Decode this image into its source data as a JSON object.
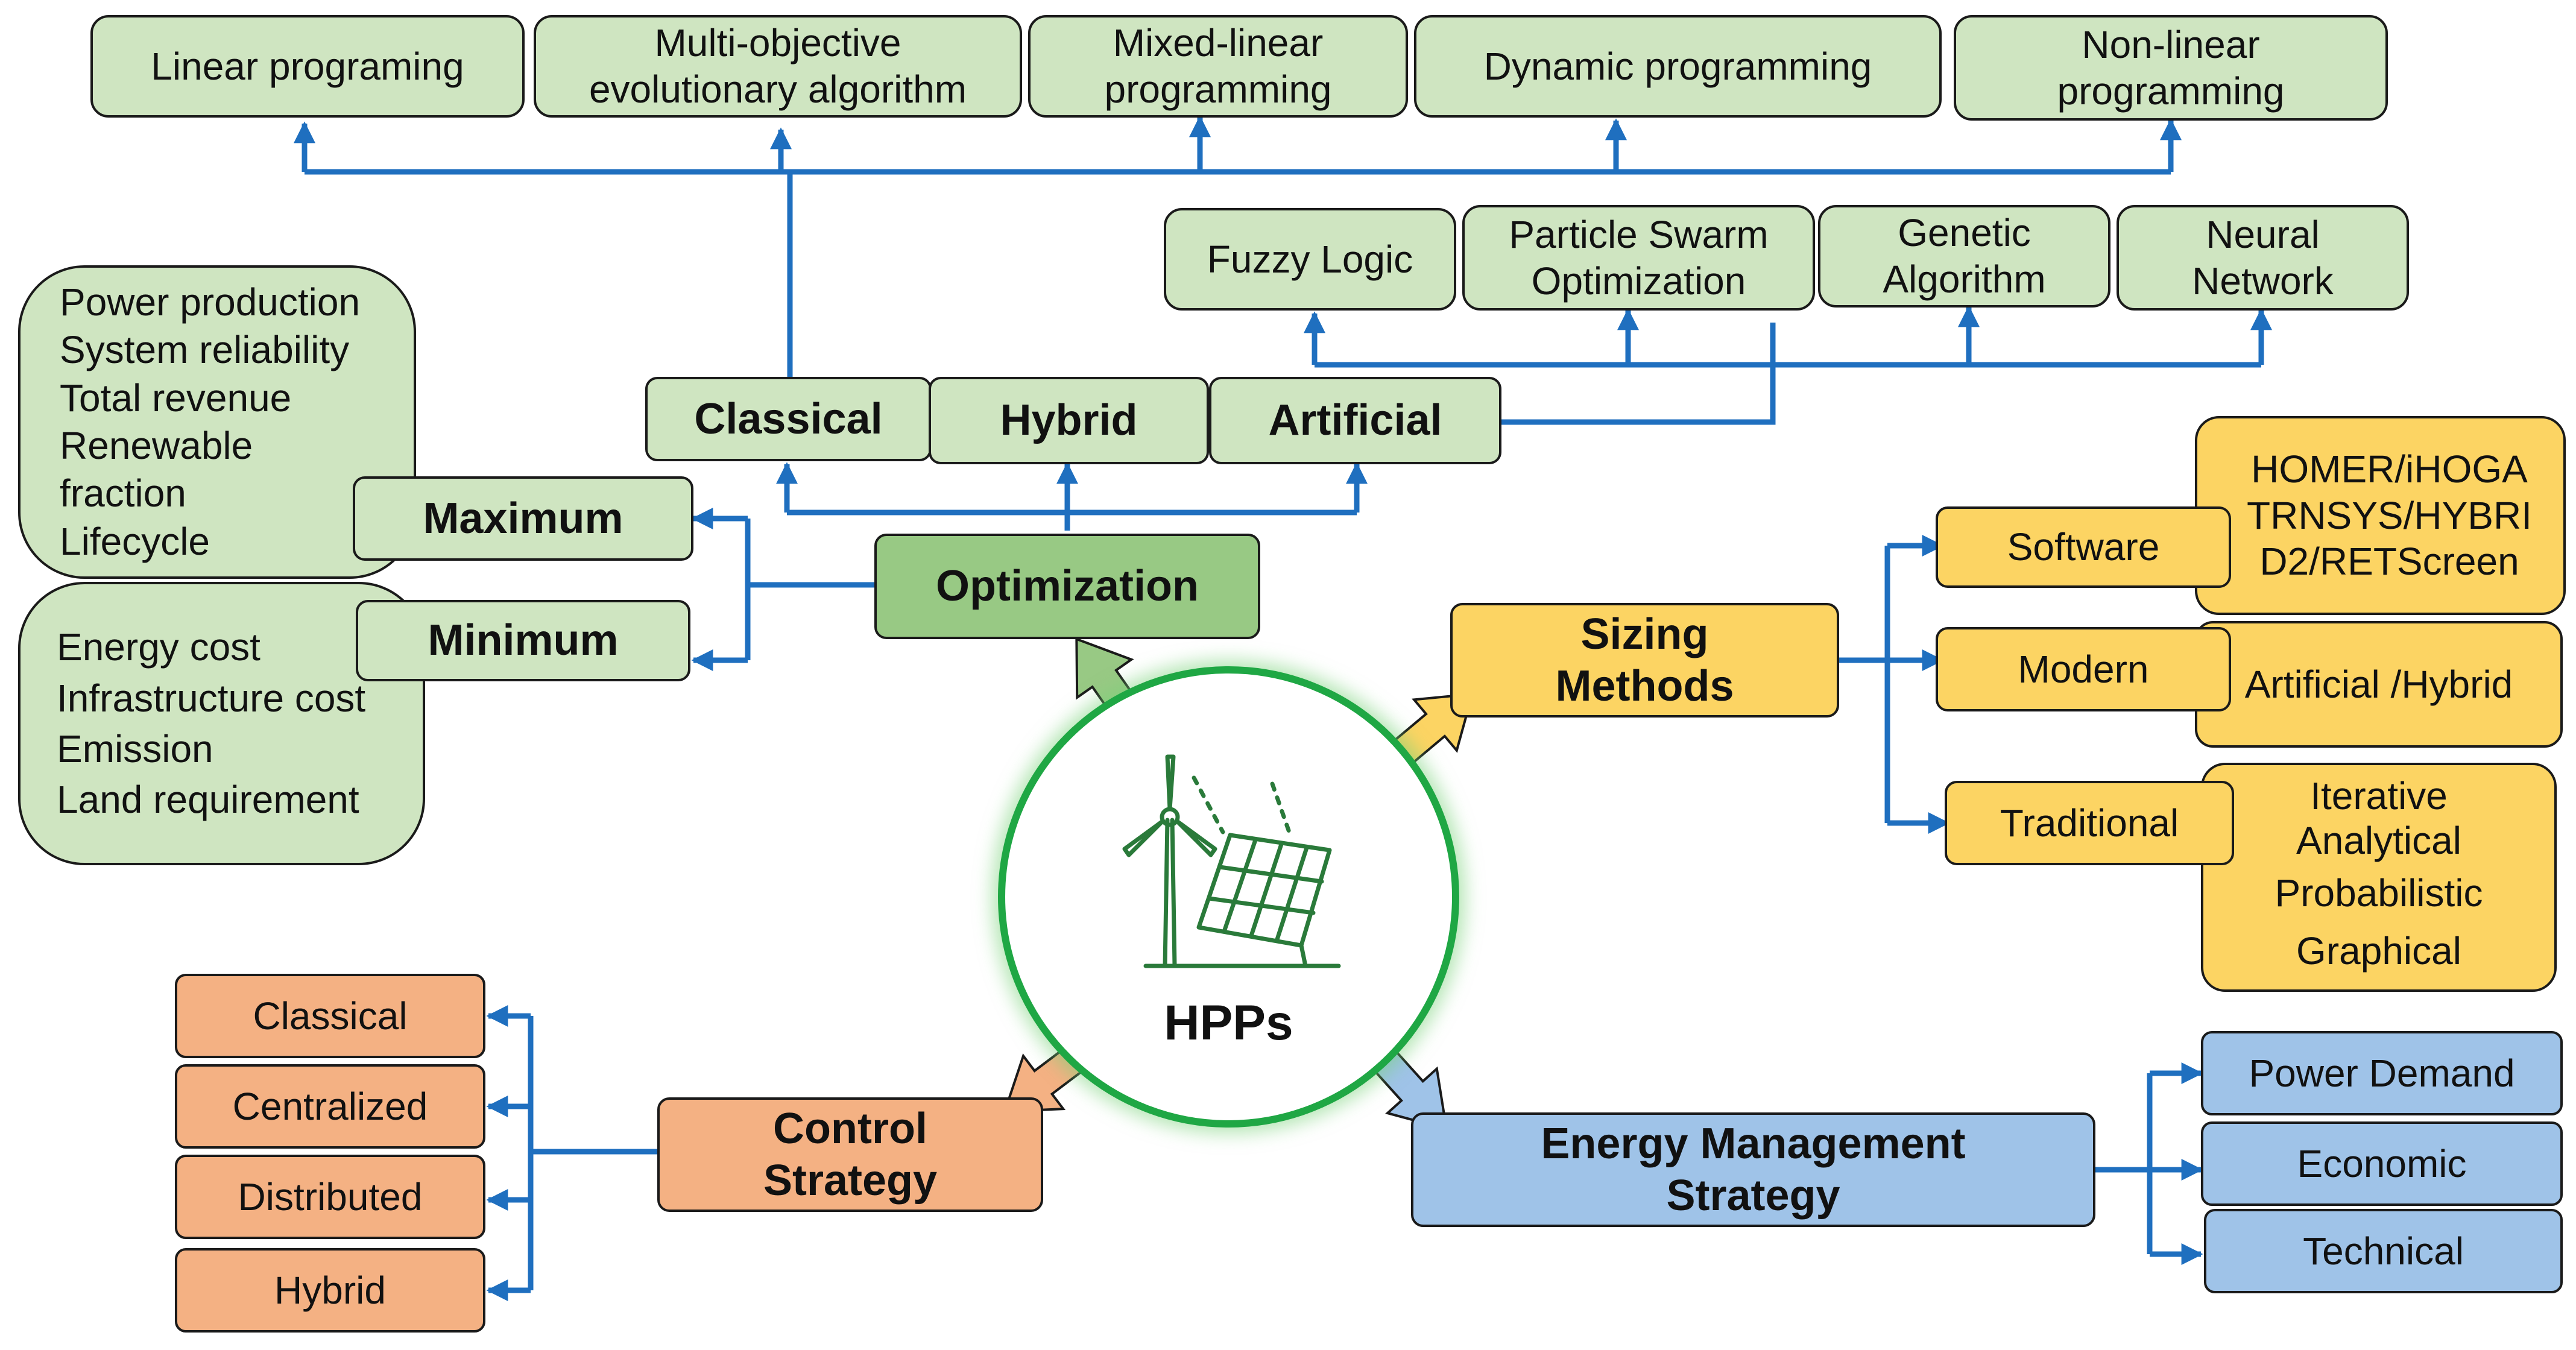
{
  "center": {
    "title": "HPPs",
    "icon": "wind-turbine-solar-panel-icon"
  },
  "optimization": {
    "label": "Optimization",
    "types": [
      "Classical",
      "Hybrid",
      "Artificial"
    ],
    "classical_methods": [
      "Linear programing",
      "Multi-objective evolutionary algorithm",
      "Mixed-linear programming",
      "Dynamic programming",
      "Non-linear programming"
    ],
    "artificial_methods": [
      "Fuzzy Logic",
      "Particle Swarm Optimization",
      "Genetic Algorithm",
      "Neural Network"
    ],
    "maximum": {
      "label": "Maximum",
      "items": [
        "Power production",
        "System reliability",
        "Total revenue",
        "Renewable",
        "fraction",
        "Lifecycle"
      ]
    },
    "minimum": {
      "label": "Minimum",
      "items": [
        "Energy cost",
        "Infrastructure cost",
        "Emission",
        "Land requirement"
      ]
    }
  },
  "sizing": {
    "label": "Sizing Methods",
    "software": {
      "label": "Software",
      "details": [
        "HOMER/iHOGA",
        "TRNSYS/HYBRI",
        "D2/RETScreen"
      ]
    },
    "modern": {
      "label": "Modern",
      "details": [
        "Artificial /Hybrid"
      ]
    },
    "traditional": {
      "label": "Traditional",
      "details": [
        "Iterative",
        "Analytical",
        "Probabilistic",
        "Graphical"
      ]
    }
  },
  "control": {
    "label": "Control Strategy",
    "items": [
      "Classical",
      "Centralized",
      "Distributed",
      "Hybrid"
    ]
  },
  "energy": {
    "label": "Energy Management Strategy",
    "items": [
      "Power Demand",
      "Economic",
      "Technical"
    ]
  },
  "colors": {
    "connector": "#1f6fbf",
    "hub_ring": "#1fa744",
    "icon": "#2a7a3a"
  }
}
